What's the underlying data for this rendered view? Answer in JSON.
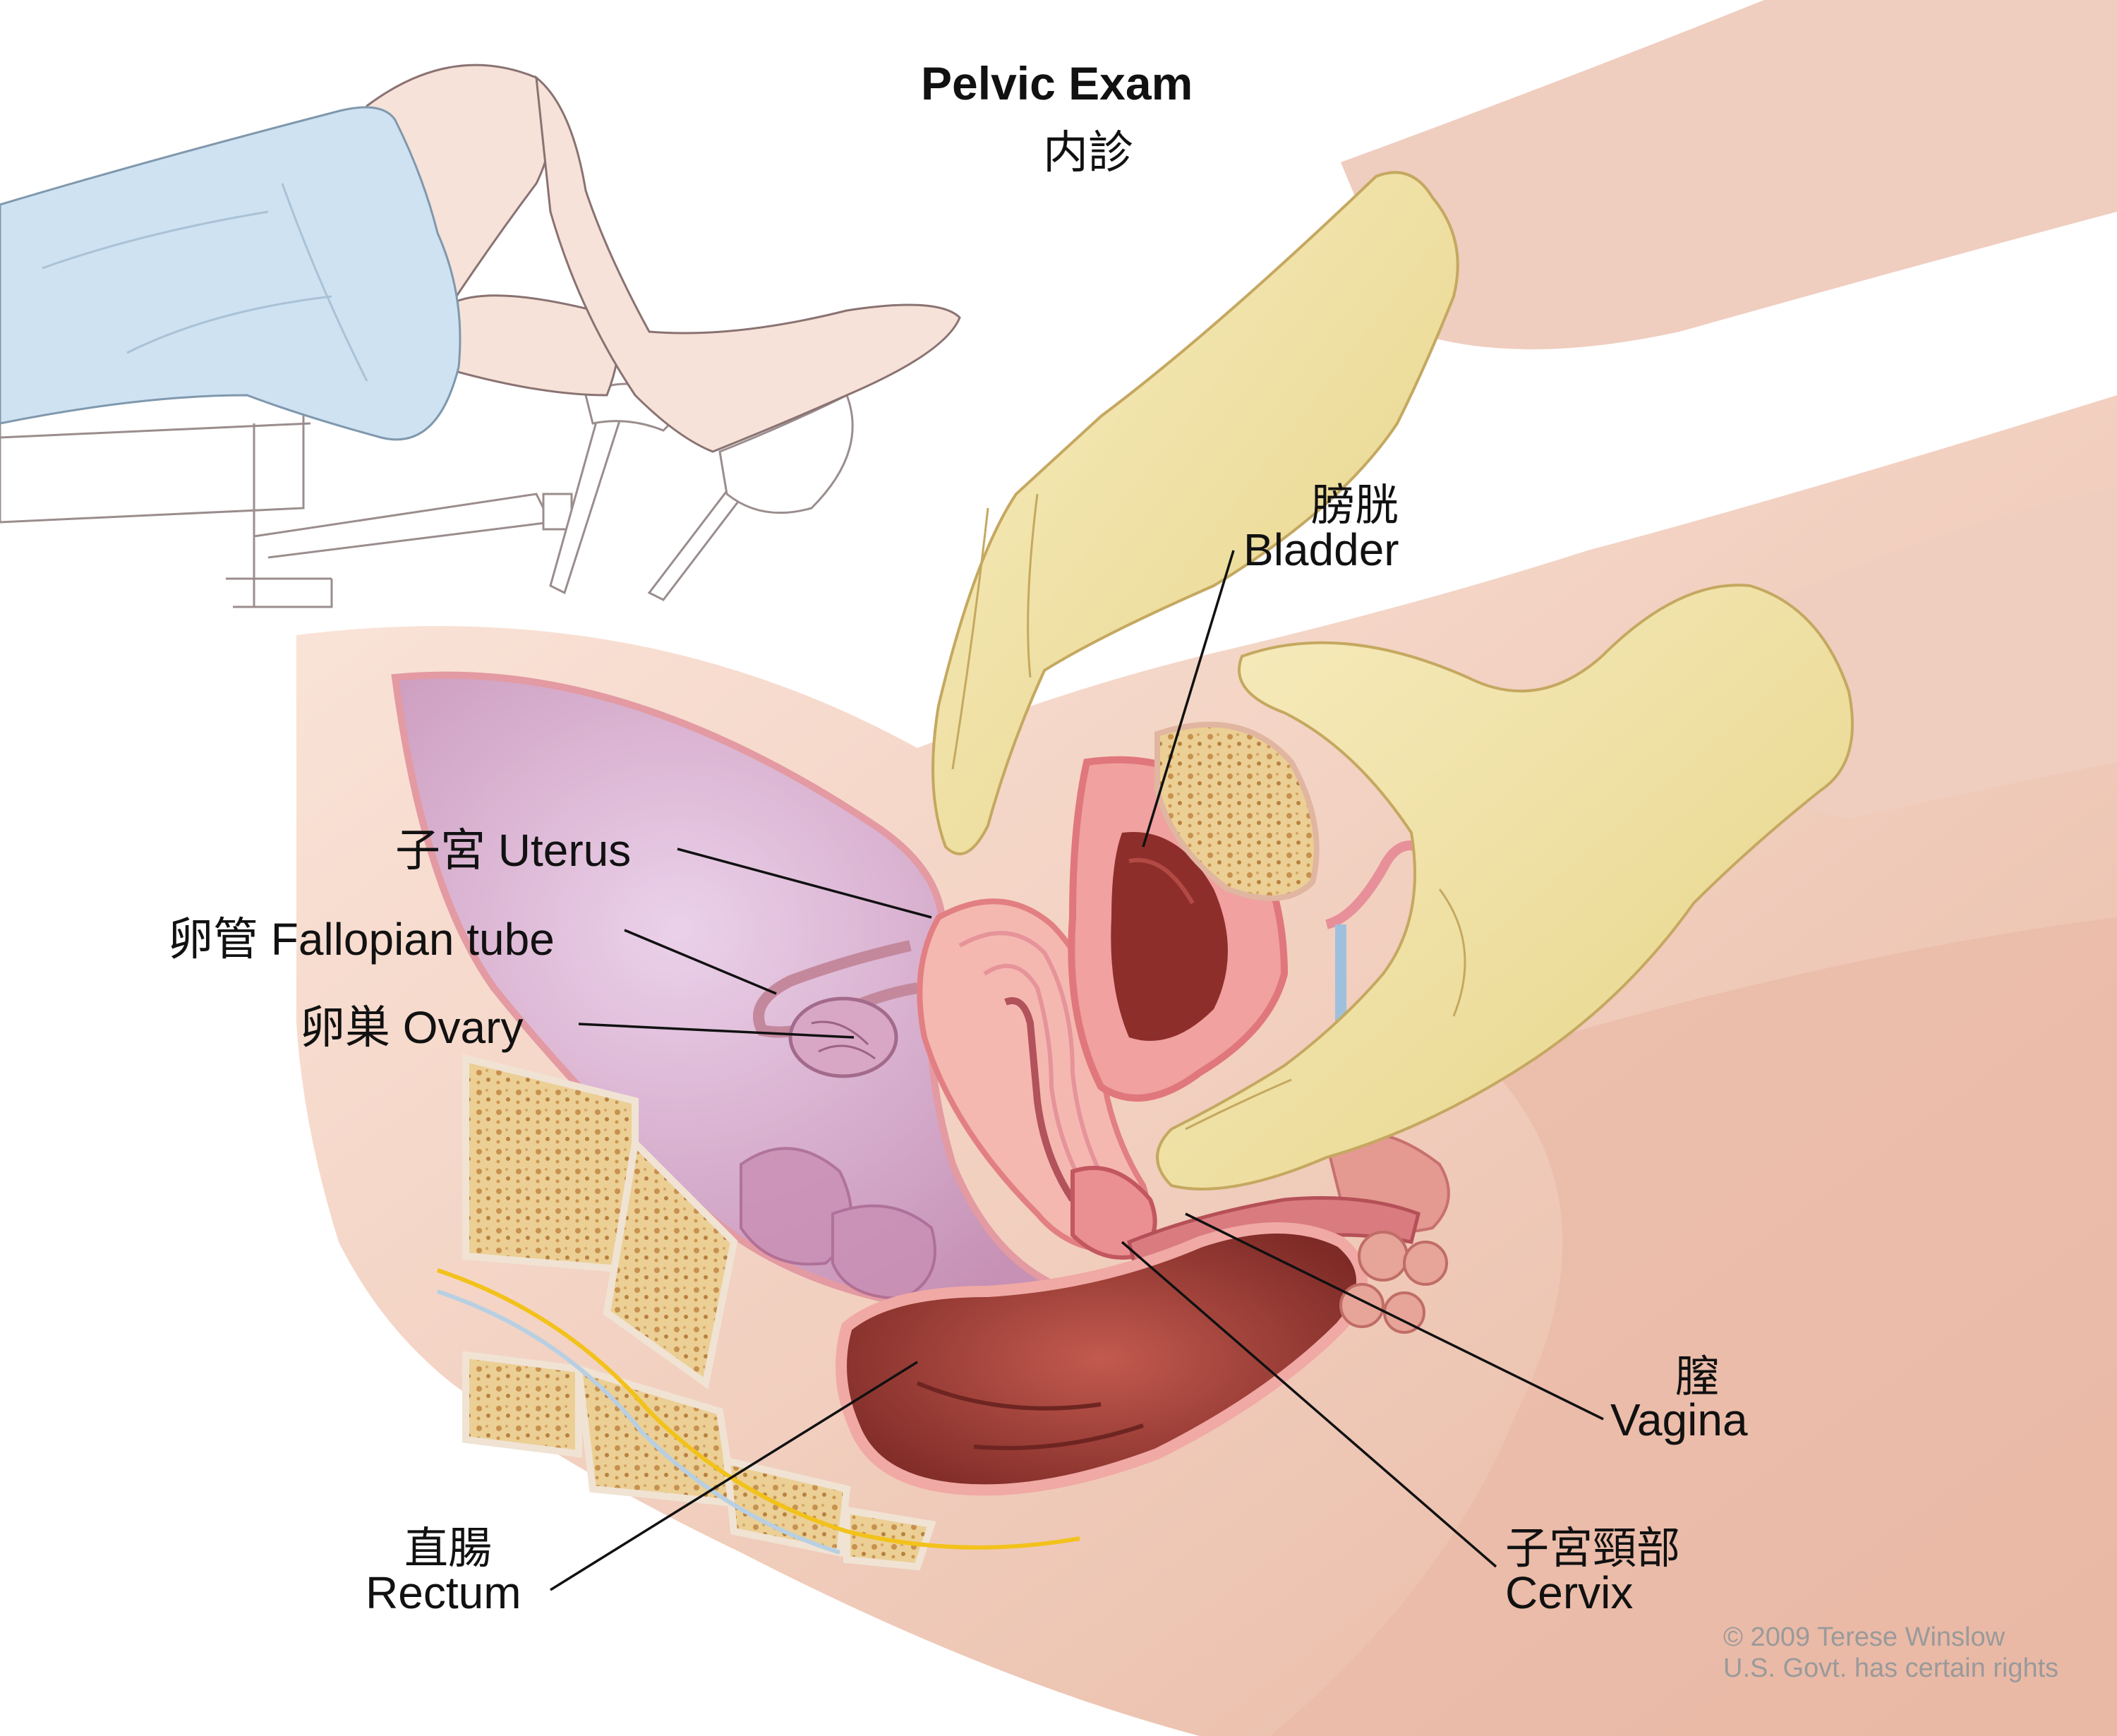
{
  "title": "Pelvic Exam",
  "title_ja": "内診",
  "labels": {
    "uterus": "子宮 Uterus",
    "fallopian": "卵管 Fallopian tube",
    "ovary": "卵巣 Ovary",
    "bladder_ja": "膀胱",
    "bladder_en": "Bladder",
    "vagina_ja": "膣",
    "vagina_en": "Vagina",
    "cervix_ja": "子宮頸部",
    "cervix_en": "Cervix",
    "rectum_ja": "直腸",
    "rectum_en": "Rectum"
  },
  "credit": {
    "line1": "© 2009 Terese Winslow",
    "line2": "U.S. Govt. has certain rights"
  },
  "colors": {
    "skin": "#f2cfbf",
    "glove": "#f1e3a2",
    "tissue_pink": "#f0a9a4",
    "rectum": "#9e3b35",
    "bone": "#e6c98e",
    "drape": "#cfe2f2"
  }
}
